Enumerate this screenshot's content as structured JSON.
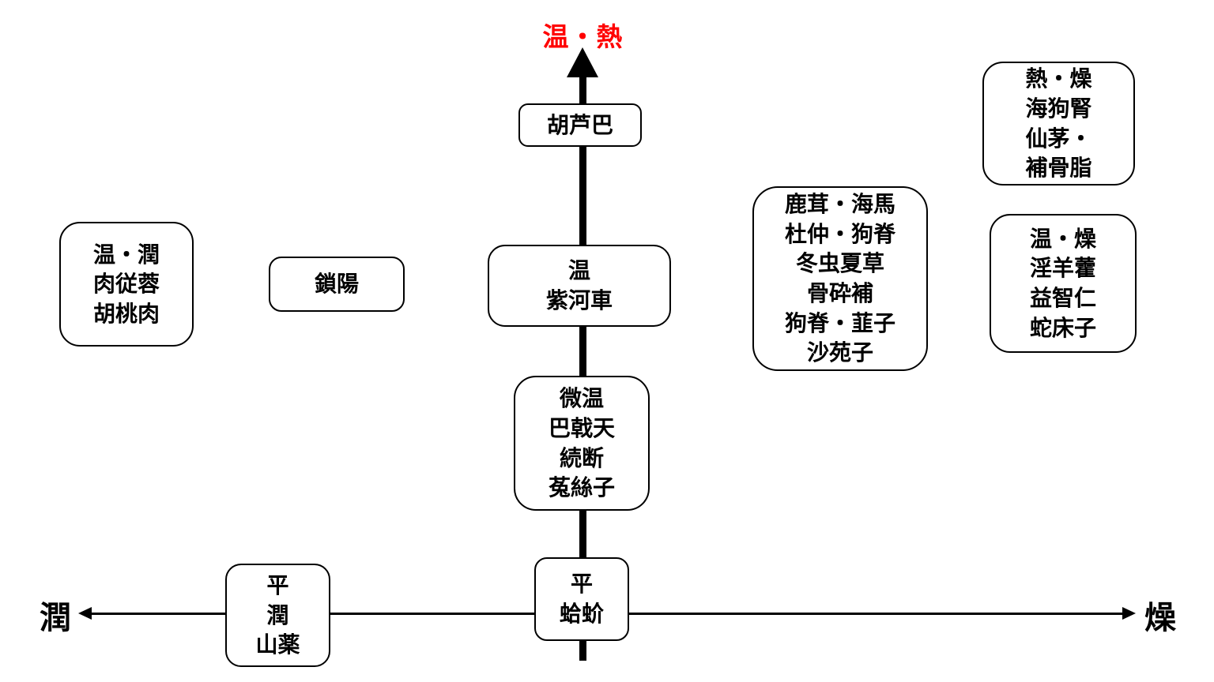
{
  "axis": {
    "top_label": "温・熱",
    "left_label": "潤",
    "right_label": "燥",
    "top_label_color": "#ff0000",
    "line_color": "#000000"
  },
  "boxes": [
    {
      "name": "hot-dry-group",
      "lines": [
        "熱・燥",
        "海狗腎",
        "仙茅・",
        "補骨脂"
      ]
    },
    {
      "name": "warm-moist-group",
      "lines": [
        "温・潤",
        "肉従蓉",
        "胡桃肉"
      ]
    },
    {
      "name": "sayo",
      "lines": [
        "鎖陽"
      ]
    },
    {
      "name": "koroha",
      "lines": [
        "胡芦巴"
      ]
    },
    {
      "name": "warm-shikasha",
      "lines": [
        "温",
        "紫河車"
      ]
    },
    {
      "name": "rokujo-group",
      "lines": [
        "鹿茸・海馬",
        "杜仲・狗脊",
        "冬虫夏草",
        "骨砕補",
        "狗脊・韮子",
        "沙苑子"
      ]
    },
    {
      "name": "warm-dry-group",
      "lines": [
        "温・燥",
        "淫羊藿",
        "益智仁",
        "蛇床子"
      ]
    },
    {
      "name": "bion-group",
      "lines": [
        "微温",
        "巴戟天",
        "続断",
        "菟絲子"
      ]
    },
    {
      "name": "hei-jun-group",
      "lines": [
        "平",
        "潤",
        "山薬"
      ]
    },
    {
      "name": "hei-gokai",
      "lines": [
        "平",
        "蛤蚧"
      ]
    }
  ]
}
